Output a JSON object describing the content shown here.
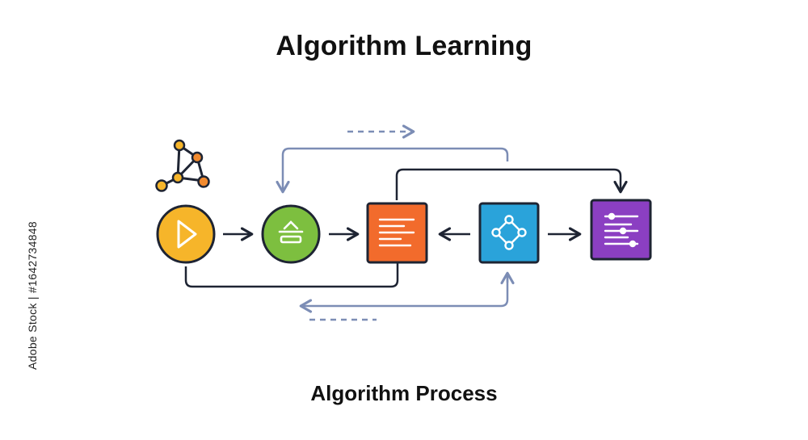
{
  "title": "Algorithm Learning",
  "subtitle": "Algorithm Process",
  "side_text": "Adobe Stock | #1642734848",
  "colors": {
    "node_start": "#F6B52A",
    "node_filter": "#7DBF3F",
    "node_data": "#F26B2C",
    "node_network": "#2AA3DA",
    "node_tune": "#8B3FC2",
    "outline": "#1E2433",
    "arrow": "#1E2433",
    "feedback": "#7C8DB5",
    "graph_node_yellow": "#F6B52A",
    "graph_node_orange": "#F28A2E"
  },
  "nodes": [
    {
      "id": "start",
      "shape": "circle",
      "icon": "play-icon"
    },
    {
      "id": "filter",
      "shape": "circle",
      "icon": "filter-icon"
    },
    {
      "id": "data",
      "shape": "square",
      "icon": "document-lines-icon"
    },
    {
      "id": "network",
      "shape": "square",
      "icon": "network-diamond-icon"
    },
    {
      "id": "tune",
      "shape": "square",
      "icon": "sliders-icon"
    }
  ],
  "decorations": [
    "graph-nodes-icon"
  ]
}
